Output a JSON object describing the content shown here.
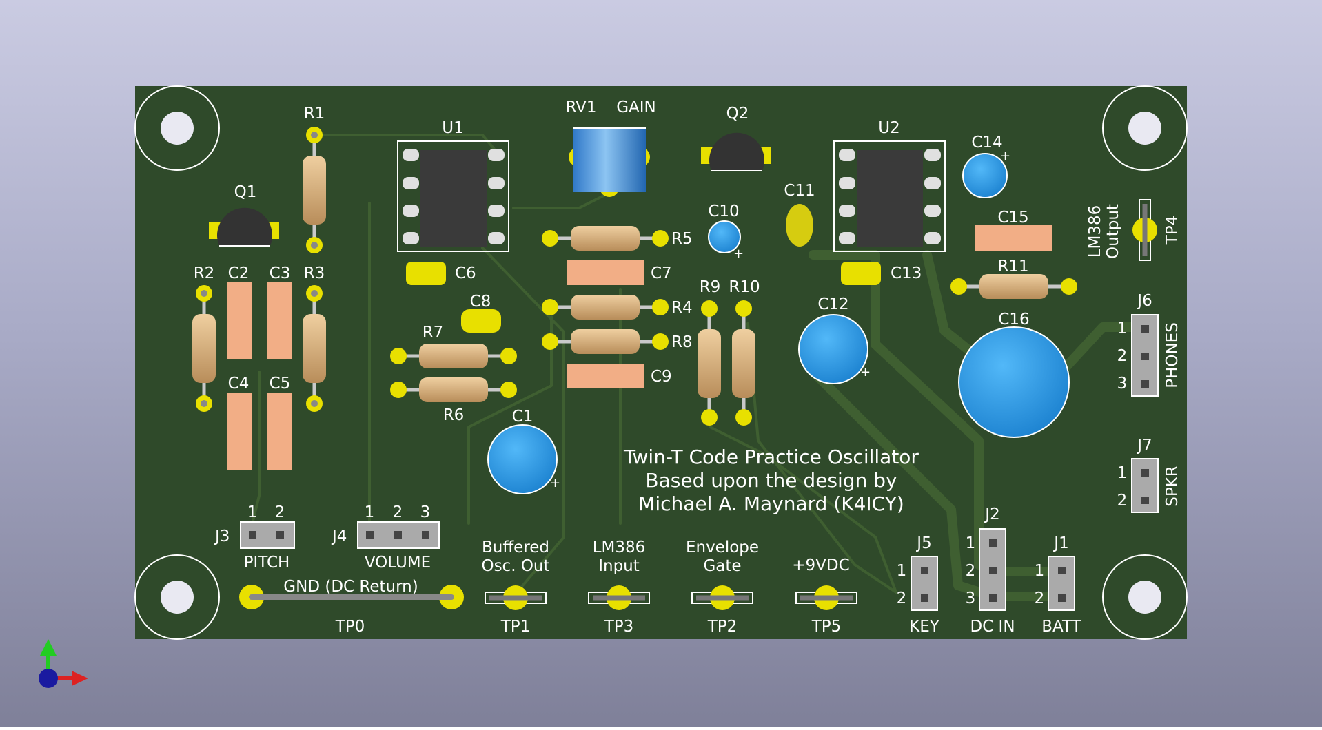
{
  "board": {
    "title_lines": [
      "Twin-T Code Practice Oscillator",
      "Based upon the design by",
      "Michael A. Maynard (K4ICY)"
    ],
    "colors": {
      "background_top": "#cacbe2",
      "background_bottom": "#7f8099",
      "pcb": "#2f4a2a",
      "copper": "#3d5c2f",
      "pad": "#e8e000",
      "resistor_body": "#d8b483",
      "ceramic_cap": "#f2ae86",
      "electrolytic": "#2f9be8",
      "ic_body": "#3a3a3a",
      "silkscreen": "#ffffff"
    }
  },
  "refs": {
    "R1": "R1",
    "R2": "R2",
    "R3": "R3",
    "R4": "R4",
    "R5": "R5",
    "R6": "R6",
    "R7": "R7",
    "R8": "R8",
    "R9": "R9",
    "R10": "R10",
    "R11": "R11",
    "C1": "C1",
    "C2": "C2",
    "C3": "C3",
    "C4": "C4",
    "C5": "C5",
    "C6": "C6",
    "C7": "C7",
    "C8": "C8",
    "C9": "C9",
    "C10": "C10",
    "C11": "C11",
    "C12": "C12",
    "C13": "C13",
    "C14": "C14",
    "C15": "C15",
    "C16": "C16",
    "Q1": "Q1",
    "Q2": "Q2",
    "U1": "U1",
    "U2": "U2",
    "RV1": "RV1",
    "J1": "J1",
    "J2": "J2",
    "J3": "J3",
    "J4": "J4",
    "J5": "J5",
    "J6": "J6",
    "J7": "J7",
    "TP0": "TP0",
    "TP1": "TP1",
    "TP2": "TP2",
    "TP3": "TP3",
    "TP4": "TP4",
    "TP5": "TP5"
  },
  "labels": {
    "gain": "GAIN",
    "pitch": "PITCH",
    "volume": "VOLUME",
    "key": "KEY",
    "dc_in": "DC IN",
    "batt": "BATT",
    "phones": "PHONES",
    "spkr": "SPKR",
    "gnd": "GND (DC Return)",
    "buffered_1": "Buffered",
    "buffered_2": "Osc. Out",
    "lm386_in_1": "LM386",
    "lm386_in_2": "Input",
    "envelope_1": "Envelope",
    "envelope_2": "Gate",
    "plus9": "+9VDC",
    "lm386_out_1": "LM386",
    "lm386_out_2": "Output",
    "plus": "+",
    "pins": [
      "1",
      "2",
      "3"
    ]
  },
  "axis_gizmo": {
    "icons": [
      "axis-y-arrow-icon",
      "axis-x-arrow-icon",
      "axis-z-origin-icon"
    ]
  }
}
